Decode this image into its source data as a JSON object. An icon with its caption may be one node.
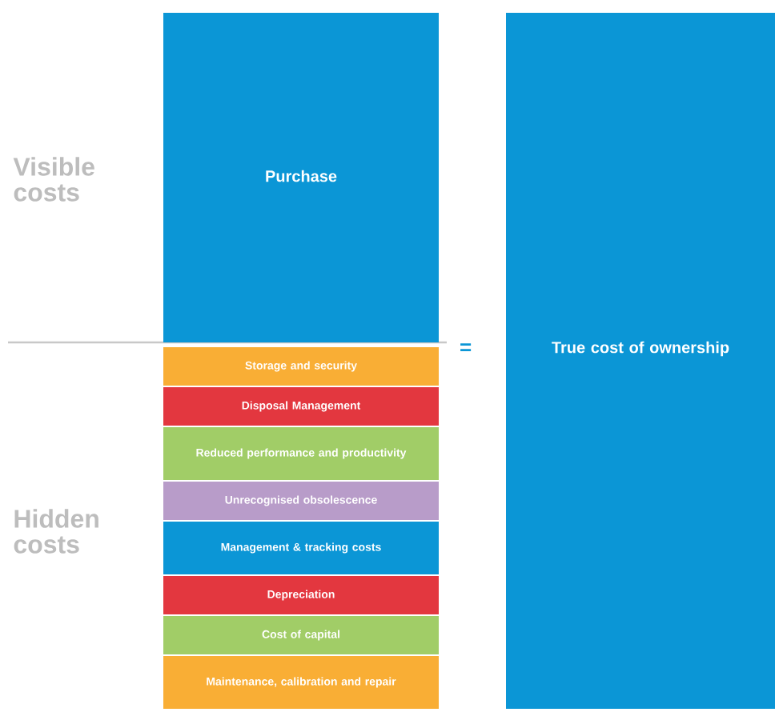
{
  "diagram": {
    "nodes": [
      {
        "text": [
          "Purchase"
        ]
      },
      {
        "text": [
          "Storage and security"
        ]
      },
      {
        "text": [
          "Disposal Management"
        ]
      },
      {
        "text": [
          "Reduced performance and productivity"
        ]
      },
      {
        "text": [
          "Unrecognised obsolescence"
        ]
      },
      {
        "text": [
          "Management & tracking costs"
        ]
      },
      {
        "text": [
          "Depreciation"
        ]
      },
      {
        "text": [
          "Cost of capital"
        ]
      },
      {
        "text": [
          "Maintenance, calibration and repair"
        ]
      },
      {
        "text": [
          "True cost of ownership"
        ]
      }
    ],
    "labels": [
      "Visible costs",
      "=",
      "Hidden costs"
    ]
  }
}
